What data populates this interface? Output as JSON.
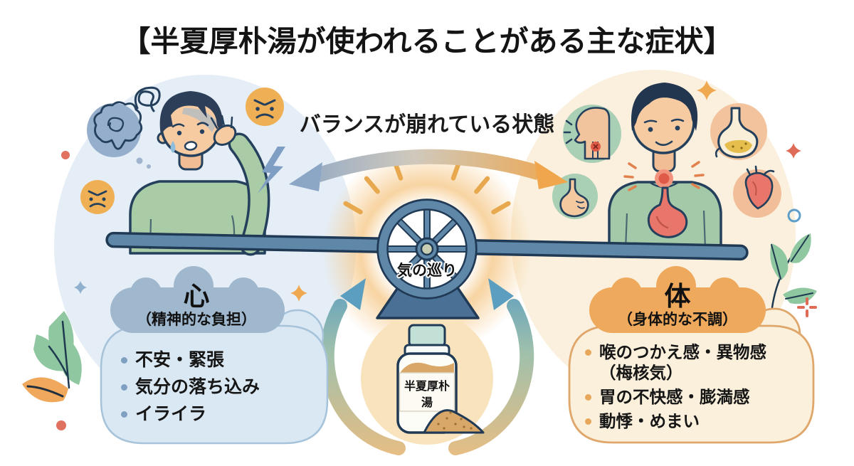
{
  "title": "【半夏厚朴湯が使われることがある主な症状】",
  "balance": {
    "label": "バランスが崩れている状態"
  },
  "center": {
    "wheel_label": "気の巡り",
    "bottle_label": {
      "line1": "半夏厚朴",
      "line2": "湯"
    }
  },
  "mind": {
    "heading": "心",
    "subheading": "（精神的な負担）",
    "items": [
      "不安・緊張",
      "気分の落ち込み",
      "イライラ"
    ]
  },
  "body": {
    "heading": "体",
    "subheading": "（身体的な不調）",
    "items": [
      "喉のつかえ感・異物感（梅核気）",
      "胃の不快感・膨満感",
      "動悸・めまい"
    ]
  },
  "icons": {
    "left": [
      "brain-icon",
      "scribble-icon",
      "angry-face-icon",
      "angry-face-icon",
      "lightning-icon"
    ],
    "right": [
      "throat-icon",
      "stomach-icon",
      "stomach-icon",
      "heart-icon"
    ],
    "center": [
      "water-wheel-icon",
      "balance-beam",
      "circulation-arrows",
      "medicine-bottle-icon"
    ]
  },
  "colors": {
    "mind_cloud_top": "#9FB8CE",
    "mind_cloud_body": "#DAE8F4",
    "mind_bullet": "#7FA0C0",
    "body_cloud_top": "#EFA95C",
    "body_cloud_body": "#FBF0DC",
    "body_cloud_border": "#DFA76B",
    "body_bullet": "#E8A85C",
    "beam": "#5E87A8",
    "outline": "#203A55",
    "blob_left": "#E5EEF6",
    "blob_right": "#FAF0DD",
    "glow": "#F6C98A",
    "powder": "#D9A868",
    "arrow_blue": "#8CA6C6",
    "arrow_orange": "#EFA64C"
  }
}
